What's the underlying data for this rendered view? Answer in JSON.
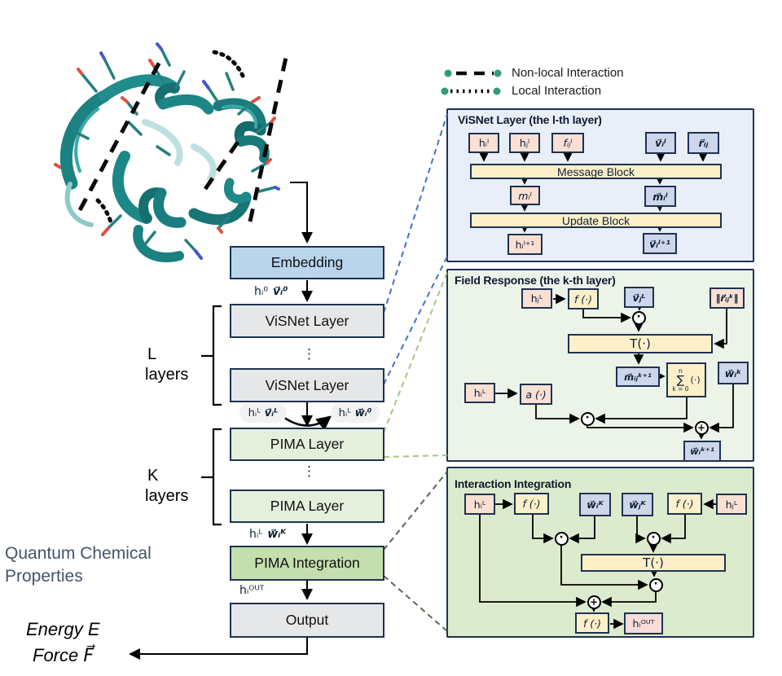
{
  "colors": {
    "panel_border": "#1e3252",
    "accent_blue_dash": "#4472c4",
    "light_green_dash": "#a8c57e",
    "dark_green_dash": "#5a6850",
    "legend_dot_green": "#2f9e77",
    "protein_teal": "#1d8585"
  },
  "legend": {
    "nonlocal_label": "Non-local Interaction",
    "local_label": "Local Interaction"
  },
  "flow": {
    "embedding_label": "Embedding",
    "visnet1_label": "ViSNet Layer",
    "visnet2_label": "ViSNet Layer",
    "pima1_label": "PIMA Layer",
    "pima2_label": "PIMA Layer",
    "integration_label": "PIMA Integration",
    "output_label": "Output",
    "dots": "⋮",
    "l_bracket_line1": "L",
    "l_bracket_line2": "layers",
    "k_bracket_line1": "K",
    "k_bracket_line2": "layers",
    "h0": "hᵢ⁰",
    "v0": "v⃗ᵢ⁰",
    "hL1": "hᵢᴸ",
    "vL": "v⃗ᵢᴸ",
    "hL2": "hᵢᴸ",
    "w0": "w⃗ᵢ⁰",
    "hL3": "hᵢᴸ",
    "wK": "w⃗ᵢᴷ",
    "hout": "hᵢᴼᵁᵀ"
  },
  "annotations": {
    "qcp_line1": "Quantum Chemical",
    "qcp_line2": "Properties",
    "energy": "Energy E",
    "force": "Force F⃗"
  },
  "panel_visnet": {
    "title": "ViSNet Layer (the l-th layer)",
    "in_h_i": "hᵢˡ",
    "in_h_j": "hⱼˡ",
    "in_f_ij": "fᵢⱼˡ",
    "in_v_i": "v⃗ᵢˡ",
    "in_r_ij": "r⃗ᵢⱼ",
    "message_block": "Message Block",
    "m_i": "mᵢˡ",
    "m_vec_i": "m⃗ᵢˡ",
    "update_block": "Update Block",
    "out_h": "hᵢˡ⁺¹",
    "out_v": "v⃗ᵢˡ⁺¹"
  },
  "panel_field": {
    "title": "Field Response (the k-th layer)",
    "h_j": "hⱼᴸ",
    "f": "f (·)",
    "v_j": "v⃗ⱼᴸ",
    "r_norm": "‖r⃗ᵢⱼᵏ‖",
    "t_block": "T(·)",
    "m_ij": "m⃗ᵢⱼᵏ⁺¹",
    "sum_upper": "n",
    "sum_sigma": "∑",
    "sum_lower": "k = 0",
    "sum_arg": "(·)",
    "w_k": "w⃗ᵢᵏ",
    "h_i": "hᵢᴸ",
    "a": "a (·)",
    "w_k1": "w⃗ᵢᵏ⁺¹"
  },
  "panel_interaction": {
    "title": "Interaction Integration",
    "h_i": "hᵢᴸ",
    "f_left": "f (·)",
    "w_i": "w⃗ᵢᴷ",
    "w_j": "w⃗ⱼᴷ",
    "f_right": "f (·)",
    "h_j": "hⱼᴸ",
    "t_block": "T(·)",
    "f_out": "f (·)",
    "h_out": "hᵢᴼᵁᵀ"
  },
  "ops": {
    "multiply": "·",
    "add": "+"
  }
}
